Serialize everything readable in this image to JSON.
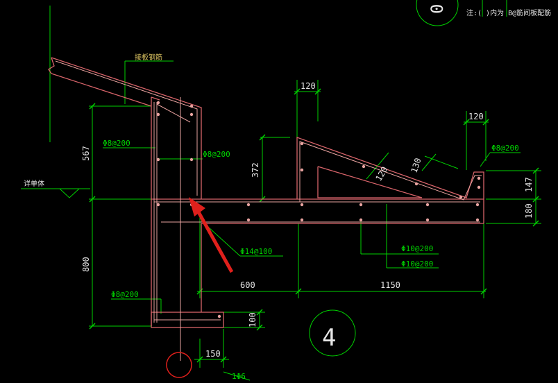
{
  "colors": {
    "background": "#000000",
    "dimension": "#00d200",
    "concrete": "#d8646a",
    "rebar": "#e9a3a0",
    "white": "#e6e6e6",
    "arrow": "#e0201c",
    "redline": "#c83c3c"
  },
  "notes": {
    "top_right": "注:(      )内为    B@筋间板配筋",
    "circle_top_label": "0",
    "top_left_leader": "接板钢筋",
    "ground_level": "详单体",
    "section_mark": "4"
  },
  "dimensions": {
    "d120_top": "120",
    "d120_right": "120",
    "d567": "567",
    "d372": "372",
    "d120_slope": "120",
    "d130_slope": "130",
    "d147": "147",
    "d180": "180",
    "d800": "800",
    "d600": "600",
    "d1150": "1150",
    "d100": "100",
    "d150": "150"
  },
  "rebar_labels": {
    "wall_stirrup": "Φ8@200",
    "inner_stirrup": "Φ8@200",
    "bottom_main": "Φ14@100",
    "dist_1": "Φ10@200",
    "dist_2": "Φ10@200",
    "right_stirrup": "Φ8@200",
    "base_stirrup": "Φ8@200",
    "base_bar": "1Φ6"
  }
}
